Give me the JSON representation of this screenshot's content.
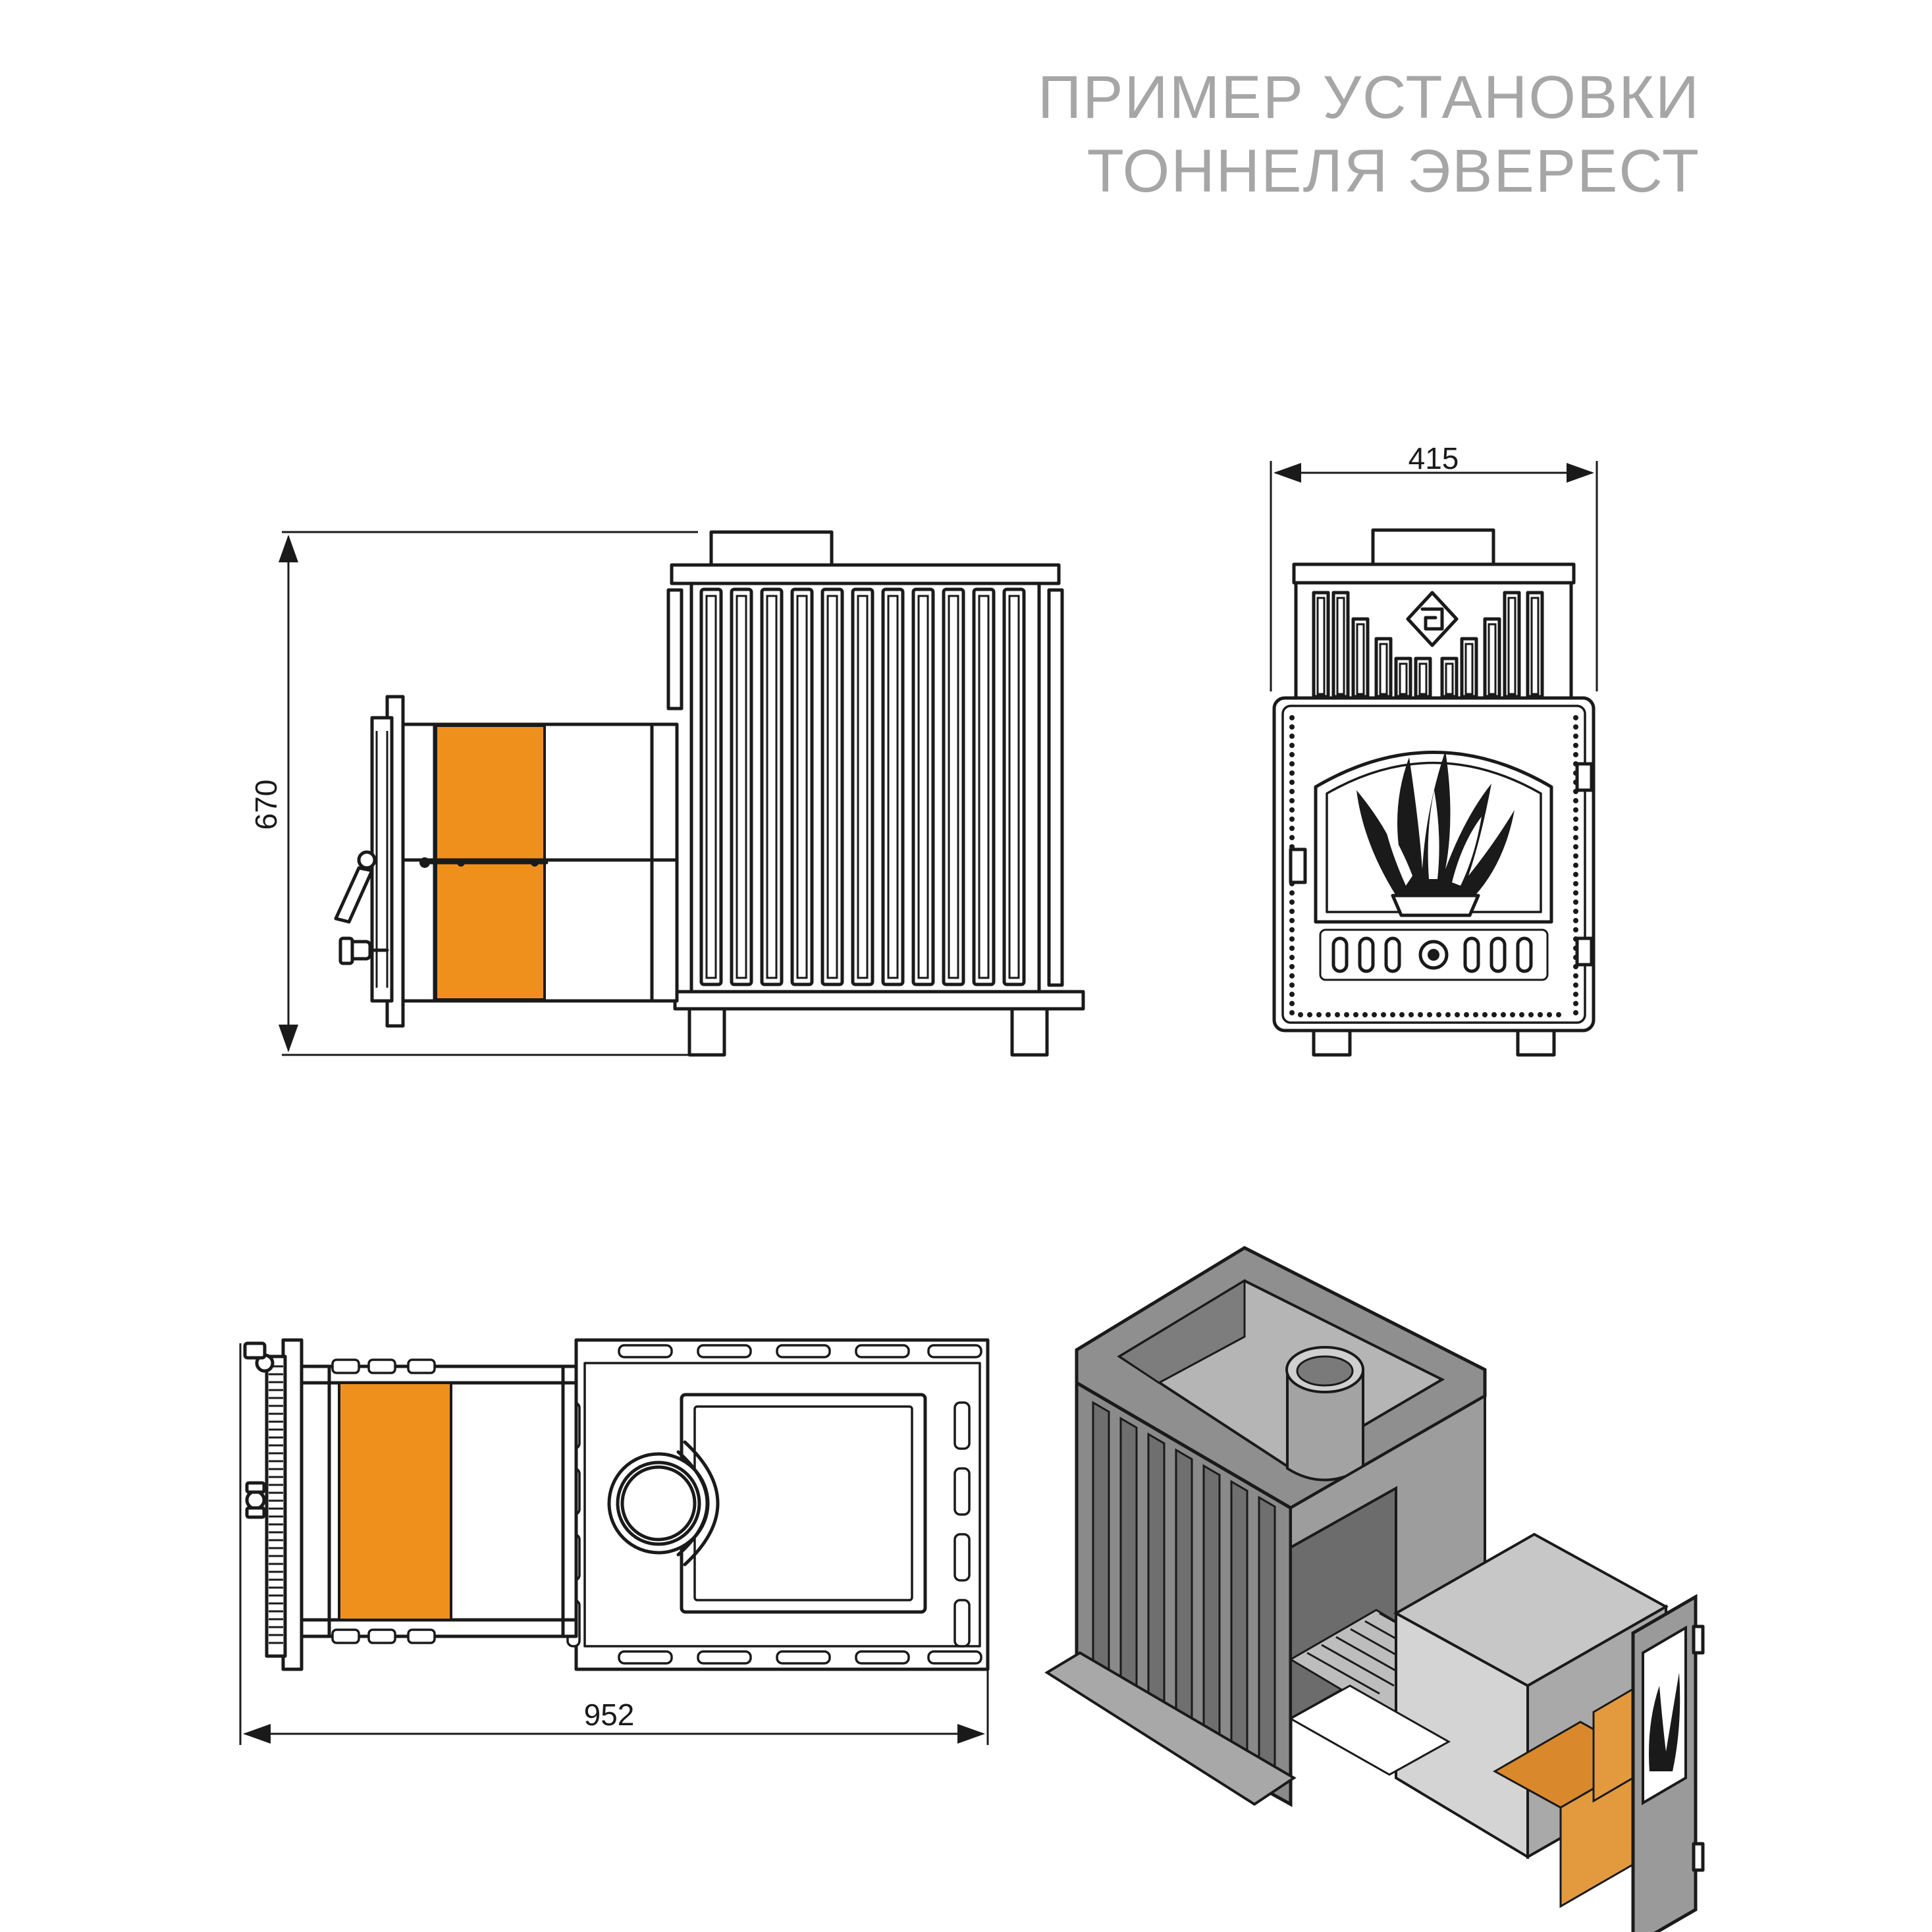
{
  "title": {
    "line1": "ПРИМЕР УСТАНОВКИ",
    "line2": "ТОННЕЛЯ ЭВЕРЕСТ"
  },
  "dimensions": {
    "height": "670",
    "front_width": "415",
    "total_length": "952"
  },
  "colors": {
    "insulation": "#F0901C",
    "outline": "#1a1a1a",
    "title_gray": "#a6a6a6",
    "stone": "#9a9a9a"
  }
}
